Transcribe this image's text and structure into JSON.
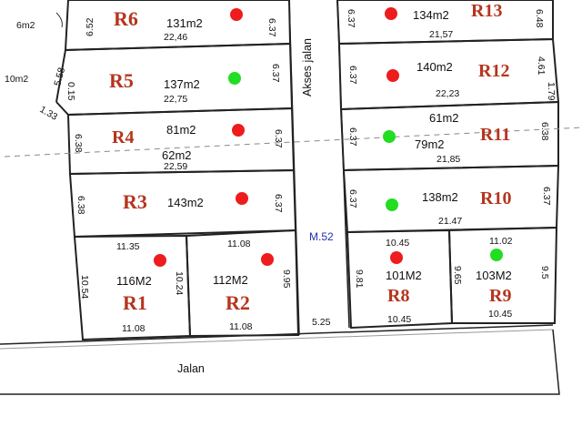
{
  "legend_colors": {
    "sold": "#ee1c1c",
    "available": "#22dd22"
  },
  "roads": {
    "access_road": "Akses jalan",
    "main_road": "Jalan",
    "marker": "M.52",
    "road_width": "5.25"
  },
  "left_edge": {
    "area_top": "6m2",
    "area_mid": "10m2",
    "dim_a": "6.52",
    "dim_b": "5.58",
    "dim_c": "0.15",
    "dim_d": "1.33"
  },
  "lots": {
    "R6": {
      "label": "R6",
      "area": "131m2",
      "width": "22,46",
      "left": "6,52",
      "right": "6.37",
      "status": "sold"
    },
    "R5": {
      "label": "R5",
      "area": "137m2",
      "width": "22,75",
      "right": "6.37",
      "status": "available"
    },
    "R4": {
      "label": "R4",
      "area": "81m2",
      "area_b": "62m2",
      "width": "22,59",
      "left": "6.38",
      "right": "6.37",
      "status": "sold"
    },
    "R3": {
      "label": "R3",
      "area": "143m2",
      "left": "6.38",
      "right": "6.37",
      "status": "sold"
    },
    "R1": {
      "label": "R1",
      "area": "116M2",
      "top": "11.35",
      "bottom": "11.08",
      "left": "10.54",
      "right": "10.24",
      "status": "sold"
    },
    "R2": {
      "label": "R2",
      "area": "112M2",
      "top": "11.08",
      "bottom": "11.08",
      "right": "9.95",
      "status": "sold"
    },
    "R13": {
      "label": "R13",
      "area": "134m2",
      "width": "21,57",
      "left": "6.37",
      "right": "6.48",
      "status": "sold"
    },
    "R12": {
      "label": "R12",
      "area": "140m2",
      "width": "22,23",
      "left": "6.37",
      "right": "4.61",
      "right_b": "1.79",
      "status": "sold"
    },
    "R11": {
      "label": "R11",
      "area": "61m2",
      "area_b": "79m2",
      "width": "21,85",
      "left": "6.37",
      "right": "6.38",
      "status": "available"
    },
    "R10": {
      "label": "R10",
      "area": "138m2",
      "width": "21.47",
      "left": "6.37",
      "right": "6.37",
      "status": "available"
    },
    "R8": {
      "label": "R8",
      "area": "101M2",
      "top": "10.45",
      "bottom": "10.45",
      "left": "9.81",
      "status": "sold"
    },
    "R9": {
      "label": "R9",
      "area": "103M2",
      "top": "11.02",
      "bottom": "10.45",
      "left": "9.65",
      "right": "9.5",
      "status": "available"
    }
  }
}
